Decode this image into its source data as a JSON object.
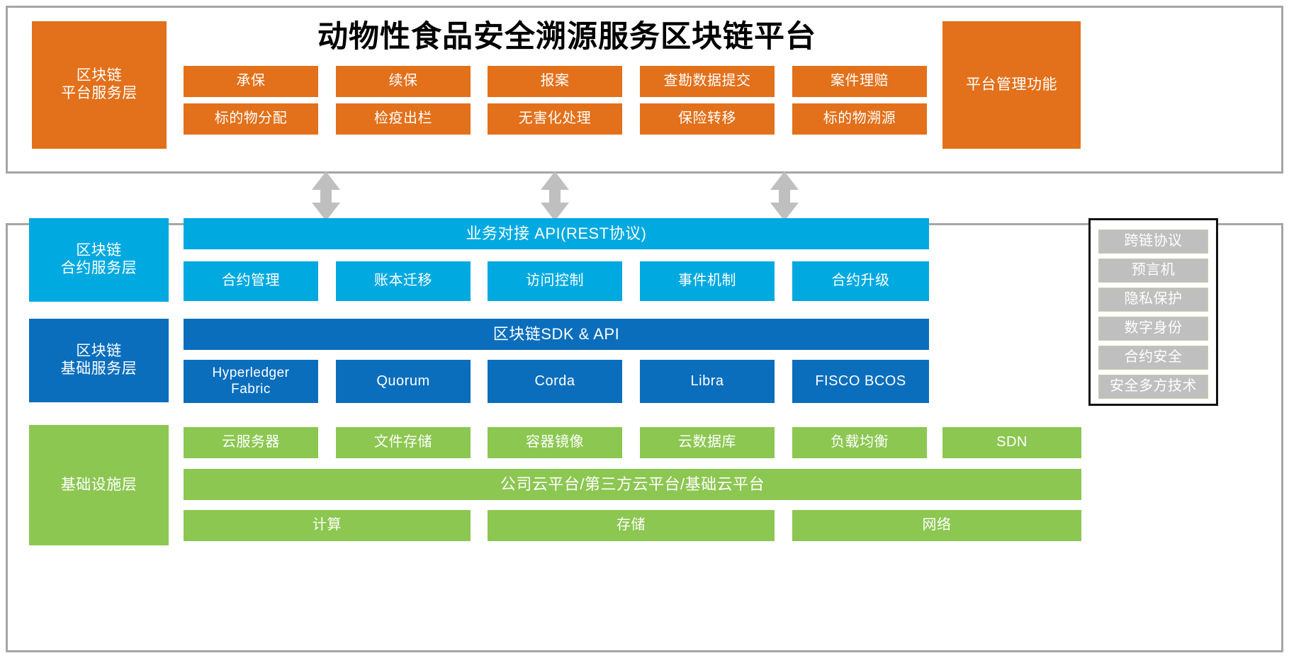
{
  "title": "动物性食品安全溯源服务区块链平台",
  "colors": {
    "orange": "#E3701A",
    "cyan": "#00A9E0",
    "blue": "#0A6EBD",
    "green": "#8CC751",
    "grey": "#BFBFBF",
    "panel_border": "#A6A6A6",
    "arrow": "#BFBFBF"
  },
  "top_panel": {
    "layer_label": "区块链\n平台服务层",
    "layer_label_line1": "区块链",
    "layer_label_line2": "平台服务层",
    "right_box": "平台管理功能",
    "row1": [
      "承保",
      "续保",
      "报案",
      "查勘数据提交",
      "案件理赔"
    ],
    "row2": [
      "标的物分配",
      "检疫出栏",
      "无害化处理",
      "保险转移",
      "标的物溯源"
    ]
  },
  "contract_layer": {
    "label_line1": "区块链",
    "label_line2": "合约服务层",
    "api_bar": "业务对接 API(REST协议)",
    "items": [
      "合约管理",
      "账本迁移",
      "访问控制",
      "事件机制",
      "合约升级"
    ]
  },
  "base_layer": {
    "label_line1": "区块链",
    "label_line2": "基础服务层",
    "sdk_bar": "区块链SDK & API",
    "items": [
      "Hyperledger\nFabric",
      "Quorum",
      "Corda",
      "Libra",
      "FISCO BCOS"
    ],
    "item0_line1": "Hyperledger",
    "item0_line2": "Fabric"
  },
  "infra_layer": {
    "label": "基础设施层",
    "row1": [
      "云服务器",
      "文件存储",
      "容器镜像",
      "云数据库",
      "负载均衡",
      "SDN"
    ],
    "cloud_bar": "公司云平台/第三方云平台/基础云平台",
    "row3": [
      "计算",
      "存储",
      "网络"
    ]
  },
  "side_panel": {
    "items": [
      "跨链协议",
      "预言机",
      "隐私保护",
      "数字身份",
      "合约安全",
      "安全多方技术"
    ]
  },
  "connectors": {
    "count": 3,
    "icon": "double-headed-vertical-arrow"
  }
}
